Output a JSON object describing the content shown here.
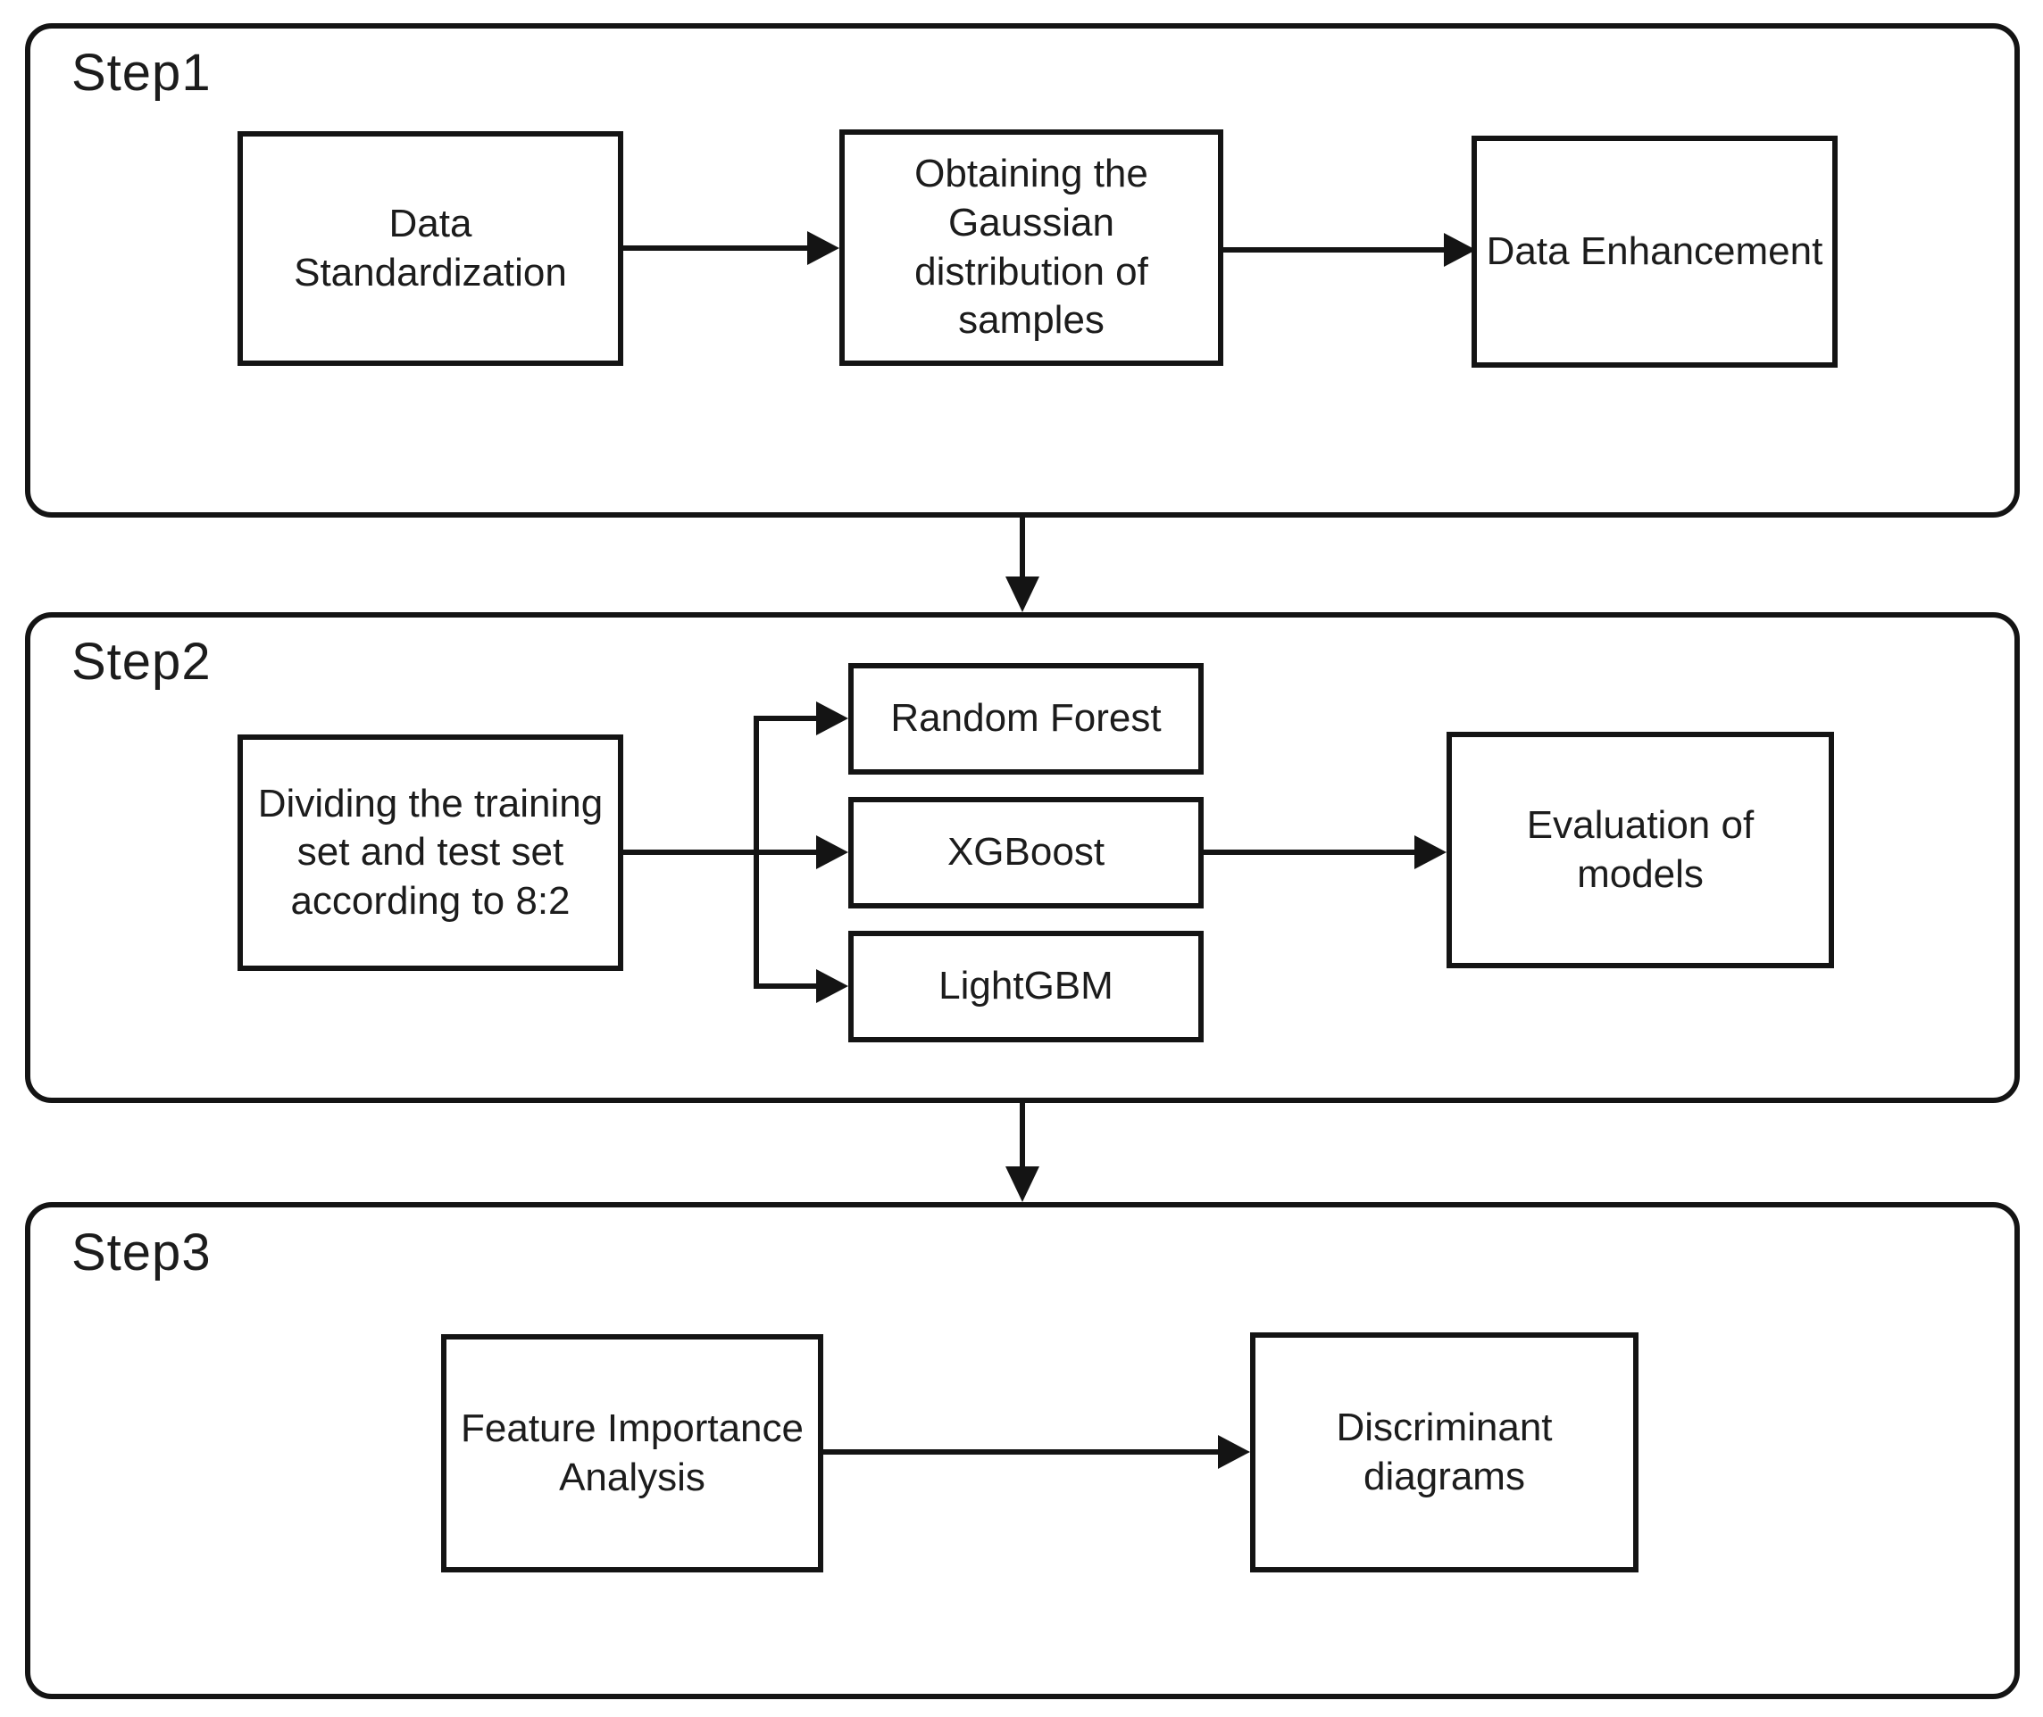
{
  "diagram": {
    "type": "flowchart",
    "colors": {
      "background": "#ffffff",
      "line": "#141414",
      "text": "#1c1c1c",
      "node_fill": "#ffffff"
    },
    "steps": [
      {
        "label": "Step1",
        "nodes": [
          {
            "label": "Data\nStandardization"
          },
          {
            "label": "Obtaining the\nGaussian\ndistribution of\nsamples"
          },
          {
            "label": "Data Enhancement"
          }
        ]
      },
      {
        "label": "Step2",
        "nodes": [
          {
            "label": "Dividing the training\nset and test set\naccording to 8:2"
          },
          {
            "label": "Random Forest"
          },
          {
            "label": "XGBoost"
          },
          {
            "label": "LightGBM"
          },
          {
            "label": "Evaluation of\nmodels"
          }
        ]
      },
      {
        "label": "Step3",
        "nodes": [
          {
            "label": "Feature Importance\nAnalysis"
          },
          {
            "label": "Discriminant\ndiagrams"
          }
        ]
      }
    ],
    "connections": [
      {
        "from": "Data Standardization",
        "to": "Obtaining the Gaussian distribution of samples"
      },
      {
        "from": "Obtaining the Gaussian distribution of samples",
        "to": "Data Enhancement"
      },
      {
        "from": "Step1",
        "to": "Step2"
      },
      {
        "from": "Dividing the training set and test set according to 8:2",
        "to": "Random Forest"
      },
      {
        "from": "Dividing the training set and test set according to 8:2",
        "to": "XGBoost"
      },
      {
        "from": "Dividing the training set and test set according to 8:2",
        "to": "LightGBM"
      },
      {
        "from": "XGBoost",
        "to": "Evaluation of models"
      },
      {
        "from": "Step2",
        "to": "Step3"
      },
      {
        "from": "Feature Importance Analysis",
        "to": "Discriminant diagrams"
      }
    ]
  }
}
